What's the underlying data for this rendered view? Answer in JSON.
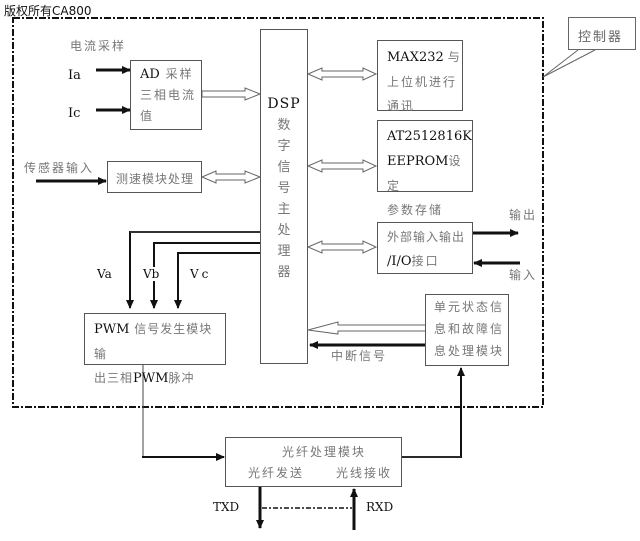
{
  "copyright": "版权所有CA800",
  "controller_label": "控制器",
  "current_sampling_label": "电流采样",
  "inputs": {
    "ia": "Ia",
    "ic": "Ic",
    "sensor": "传感器输入"
  },
  "ad_block": {
    "line1_en": "AD",
    "line1_cn": "采样",
    "line2": "三相电流",
    "line3": "值"
  },
  "speed_block": "测速模块处理",
  "dsp_block": {
    "title": "DSP",
    "chars": [
      "数",
      "字",
      "信",
      "号",
      "主",
      "处",
      "理",
      "器"
    ]
  },
  "max232_block": {
    "line1_en": "MAX232",
    "line1_cn": "与",
    "line2": "上位机进行",
    "line3": "通讯"
  },
  "eeprom_block": {
    "line1": "AT2512816K",
    "line2_en": "EEPROM",
    "line2_cn": "设定",
    "line3": "参数存储"
  },
  "io_block": {
    "line1": "外部输入输出",
    "line2_en": "/I/O",
    "line2_cn": "接口",
    "output_label": "输出",
    "input_label": "输入"
  },
  "pwm_block": {
    "line1_en": "PWM",
    "line1_cn": "信号发生模块输",
    "line2_cn_a": "出三相",
    "line2_en": "PWM",
    "line2_cn_b": "脉冲"
  },
  "voltage_labels": [
    "Va",
    "Vb",
    "Vc"
  ],
  "status_block": {
    "line1": "单元状态信",
    "line2": "息和故障信",
    "line3": "息处理模块"
  },
  "interrupt_label": "中断信号",
  "fiber_block": {
    "title": "光纤处理模块",
    "send": "光纤发送",
    "receive": "光线接收"
  },
  "txd_label": "TXD",
  "rxd_label": "RXD"
}
